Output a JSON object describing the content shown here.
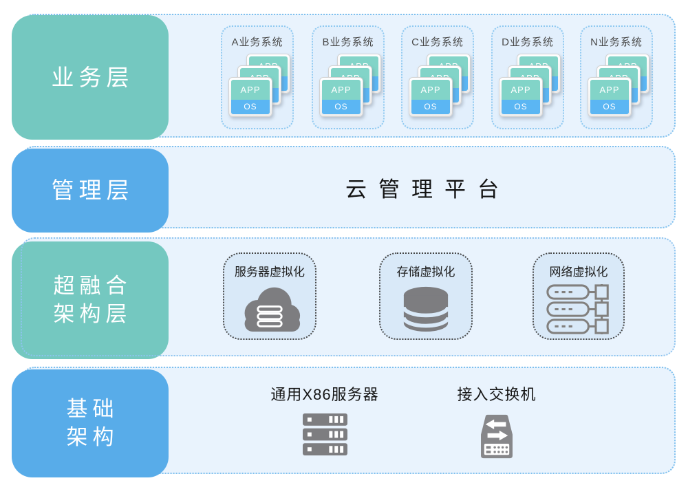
{
  "colors": {
    "teal_box": "#74c8c0",
    "blue_box": "#58ace9",
    "row_background": "#e9f3fd",
    "row_border": "#7ec0ee",
    "business_card_border": "#8ec9f1",
    "module_background": "#d9e9f8",
    "module_border": "#474747",
    "app_teal": "#82d4c8",
    "os_blue": "#5bb6f3",
    "icon_gray": "#7d7d80"
  },
  "business": {
    "label": "业务层",
    "systems": [
      {
        "title": "A业务系统",
        "app": "APP",
        "os": "OS"
      },
      {
        "title": "B业务系统",
        "app": "APP",
        "os": "OS"
      },
      {
        "title": "C业务系统",
        "app": "APP",
        "os": "OS"
      },
      {
        "title": "D业务系统",
        "app": "APP",
        "os": "OS"
      },
      {
        "title": "N业务系统",
        "app": "APP",
        "os": "OS"
      }
    ]
  },
  "management": {
    "label": "管理层",
    "platform": "云管理平台"
  },
  "hyperconverged": {
    "label_line1": "超融合",
    "label_line2": "架构层",
    "modules": [
      {
        "title": "服务器虚拟化",
        "icon": "cloud-server-icon"
      },
      {
        "title": "存储虚拟化",
        "icon": "storage-database-icon"
      },
      {
        "title": "网络虚拟化",
        "icon": "network-virtualization-icon"
      }
    ]
  },
  "infrastructure": {
    "label_line1": "基础",
    "label_line2": "架构",
    "items": [
      {
        "title": "通用X86服务器",
        "icon": "x86-server-rack-icon"
      },
      {
        "title": "接入交换机",
        "icon": "access-switch-icon"
      }
    ]
  }
}
